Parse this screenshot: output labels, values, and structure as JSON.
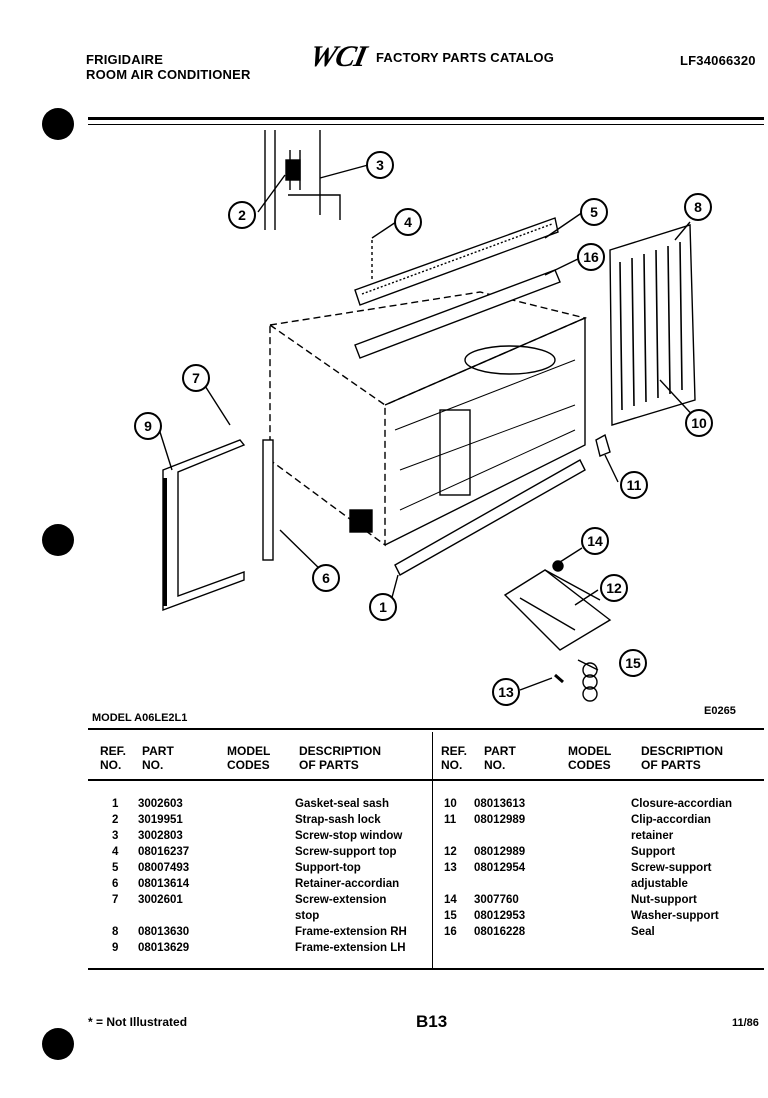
{
  "header": {
    "brand": "FRIGIDAIRE",
    "product": "ROOM AIR CONDITIONER",
    "logo_text": "WCI",
    "catalog_title": "FACTORY PARTS CATALOG",
    "catalog_number": "LF34066320"
  },
  "diagram": {
    "callouts": [
      "1",
      "2",
      "3",
      "4",
      "5",
      "6",
      "7",
      "8",
      "9",
      "10",
      "11",
      "12",
      "13",
      "14",
      "15",
      "16"
    ],
    "drawing_code": "E0265"
  },
  "model_label": "MODEL A06LE2L1",
  "table": {
    "headers": {
      "ref": [
        "REF.",
        "NO."
      ],
      "part": [
        "PART",
        "NO."
      ],
      "model": [
        "MODEL",
        "CODES"
      ],
      "desc": [
        "DESCRIPTION",
        "OF PARTS"
      ]
    },
    "left_rows": [
      {
        "ref": "1",
        "part": "3002603",
        "code": "",
        "desc": "Gasket-seal sash"
      },
      {
        "ref": "2",
        "part": "3019951",
        "code": "",
        "desc": "Strap-sash lock"
      },
      {
        "ref": "3",
        "part": "3002803",
        "code": "",
        "desc": "Screw-stop window"
      },
      {
        "ref": "4",
        "part": "08016237",
        "code": "",
        "desc": "Screw-support top"
      },
      {
        "ref": "5",
        "part": "08007493",
        "code": "",
        "desc": "Support-top"
      },
      {
        "ref": "6",
        "part": "08013614",
        "code": "",
        "desc": "Retainer-accordian"
      },
      {
        "ref": "7",
        "part": "3002601",
        "code": "",
        "desc": "Screw-extension"
      },
      {
        "ref": "",
        "part": "",
        "code": "",
        "desc": "stop"
      },
      {
        "ref": "8",
        "part": "08013630",
        "code": "",
        "desc": "Frame-extension RH"
      },
      {
        "ref": "9",
        "part": "08013629",
        "code": "",
        "desc": "Frame-extension LH"
      }
    ],
    "right_rows": [
      {
        "ref": "10",
        "part": "08013613",
        "code": "",
        "desc": "Closure-accordian"
      },
      {
        "ref": "11",
        "part": "08012989",
        "code": "",
        "desc": "Clip-accordian"
      },
      {
        "ref": "",
        "part": "",
        "code": "",
        "desc": "retainer"
      },
      {
        "ref": "12",
        "part": "08012989",
        "code": "",
        "desc": "Support"
      },
      {
        "ref": "13",
        "part": "08012954",
        "code": "",
        "desc": "Screw-support"
      },
      {
        "ref": "",
        "part": "",
        "code": "",
        "desc": "adjustable"
      },
      {
        "ref": "14",
        "part": "3007760",
        "code": "",
        "desc": "Nut-support"
      },
      {
        "ref": "15",
        "part": "08012953",
        "code": "",
        "desc": "Washer-support"
      },
      {
        "ref": "16",
        "part": "08016228",
        "code": "",
        "desc": "Seal"
      }
    ]
  },
  "footer": {
    "note": "* = Not Illustrated",
    "page": "B13",
    "date": "11/86"
  }
}
